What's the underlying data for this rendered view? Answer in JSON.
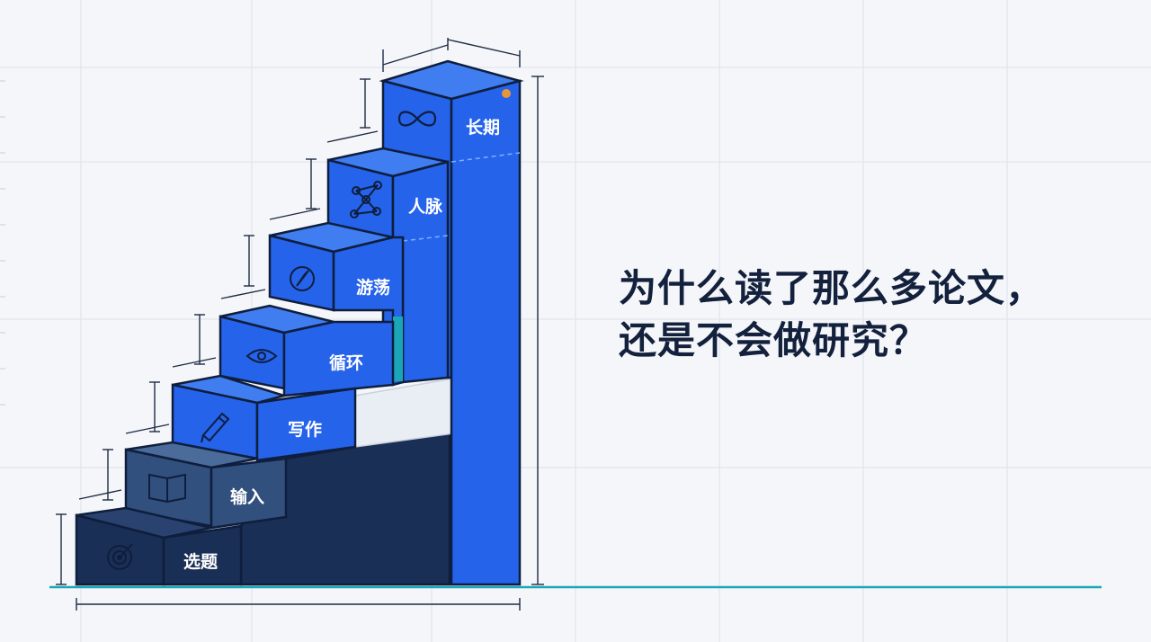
{
  "headline": {
    "line1": "为什么读了那么多论文，",
    "line2": "还是不会做研究？"
  },
  "steps": [
    {
      "label": "选题",
      "icon": "target-icon"
    },
    {
      "label": "输入",
      "icon": "book-icon"
    },
    {
      "label": "写作",
      "icon": "pencil-icon"
    },
    {
      "label": "循环",
      "icon": "eye-icon"
    },
    {
      "label": "游荡",
      "icon": "compass-icon"
    },
    {
      "label": "人脉",
      "icon": "network-icon"
    },
    {
      "label": "长期",
      "icon": "infinity-icon"
    }
  ],
  "colors": {
    "background": "#f4f6f9",
    "grid": "#dde3ea",
    "navy_dark": "#1a2f55",
    "navy_mid": "#32507e",
    "blue": "#2563eb",
    "blue_top": "#3f7df0",
    "outline": "#0f1e3d",
    "teal": "#1aa6b7",
    "accent_dot": "#e8963a",
    "headline": "#14213d"
  }
}
